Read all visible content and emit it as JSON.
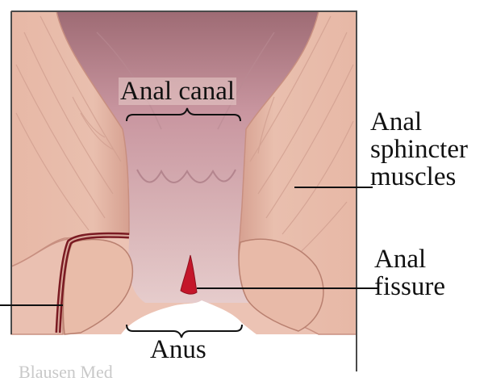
{
  "labels": {
    "anal_canal": "Anal canal",
    "sphincter": [
      "Anal",
      "sphincter",
      "muscles"
    ],
    "fissure": [
      "Anal",
      "fissure"
    ],
    "anus": "Anus",
    "credit": "Blausen Med"
  },
  "colors": {
    "tissue": "#e7b6a4",
    "tissue_dark": "#c98f80",
    "canal": "#c89aa0",
    "canal_dark": "#a26c76",
    "fissure": "#c4162a",
    "frame": "#4a4a4a",
    "text": "#111111"
  }
}
